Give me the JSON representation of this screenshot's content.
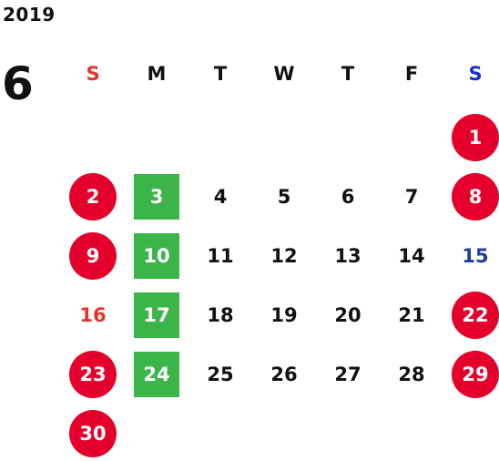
{
  "calendar": {
    "year": "2019",
    "month": "6",
    "weekdays": [
      "S",
      "M",
      "T",
      "W",
      "T",
      "F",
      "S"
    ],
    "days": [
      {
        "day": "1",
        "week": 0,
        "dow": 6,
        "style": "red-circle"
      },
      {
        "day": "2",
        "week": 1,
        "dow": 0,
        "style": "red-circle"
      },
      {
        "day": "3",
        "week": 1,
        "dow": 1,
        "style": "green-box"
      },
      {
        "day": "4",
        "week": 1,
        "dow": 2,
        "style": "normal"
      },
      {
        "day": "5",
        "week": 1,
        "dow": 3,
        "style": "normal"
      },
      {
        "day": "6",
        "week": 1,
        "dow": 4,
        "style": "normal"
      },
      {
        "day": "7",
        "week": 1,
        "dow": 5,
        "style": "normal"
      },
      {
        "day": "8",
        "week": 1,
        "dow": 6,
        "style": "red-circle"
      },
      {
        "day": "9",
        "week": 2,
        "dow": 0,
        "style": "red-circle"
      },
      {
        "day": "10",
        "week": 2,
        "dow": 1,
        "style": "green-box"
      },
      {
        "day": "11",
        "week": 2,
        "dow": 2,
        "style": "normal"
      },
      {
        "day": "12",
        "week": 2,
        "dow": 3,
        "style": "normal"
      },
      {
        "day": "13",
        "week": 2,
        "dow": 4,
        "style": "normal"
      },
      {
        "day": "14",
        "week": 2,
        "dow": 5,
        "style": "normal"
      },
      {
        "day": "15",
        "week": 2,
        "dow": 6,
        "style": "blue-text"
      },
      {
        "day": "16",
        "week": 3,
        "dow": 0,
        "style": "red-text"
      },
      {
        "day": "17",
        "week": 3,
        "dow": 1,
        "style": "green-box"
      },
      {
        "day": "18",
        "week": 3,
        "dow": 2,
        "style": "normal"
      },
      {
        "day": "19",
        "week": 3,
        "dow": 3,
        "style": "normal"
      },
      {
        "day": "20",
        "week": 3,
        "dow": 4,
        "style": "normal"
      },
      {
        "day": "21",
        "week": 3,
        "dow": 5,
        "style": "normal"
      },
      {
        "day": "22",
        "week": 3,
        "dow": 6,
        "style": "red-circle"
      },
      {
        "day": "23",
        "week": 4,
        "dow": 0,
        "style": "red-circle"
      },
      {
        "day": "24",
        "week": 4,
        "dow": 1,
        "style": "green-box"
      },
      {
        "day": "25",
        "week": 4,
        "dow": 2,
        "style": "normal"
      },
      {
        "day": "26",
        "week": 4,
        "dow": 3,
        "style": "normal"
      },
      {
        "day": "27",
        "week": 4,
        "dow": 4,
        "style": "normal"
      },
      {
        "day": "28",
        "week": 4,
        "dow": 5,
        "style": "normal"
      },
      {
        "day": "29",
        "week": 4,
        "dow": 6,
        "style": "red-circle"
      },
      {
        "day": "30",
        "week": 5,
        "dow": 0,
        "style": "red-circle"
      }
    ]
  },
  "colors": {
    "holiday_red": "#e5002b",
    "highlight_green": "#3bb54a",
    "sunday_text": "#e5322d",
    "saturday_text": "#1f3f99",
    "saturday_header": "#1a2fd1"
  }
}
